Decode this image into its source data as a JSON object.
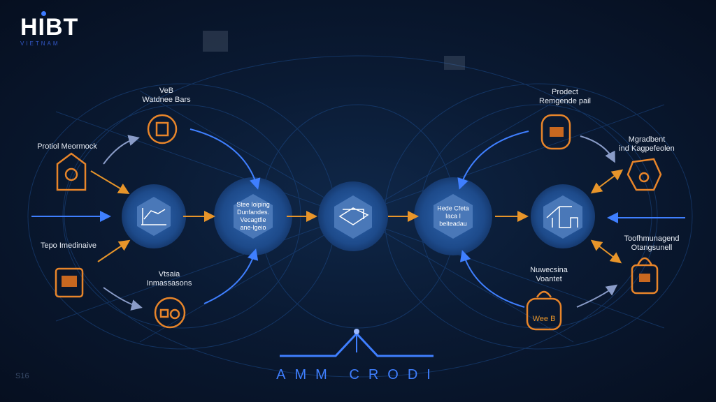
{
  "logo": {
    "main": "HIBT",
    "subtitle": "VIETNAM"
  },
  "bottom_title": "AMM CRODI",
  "corner_text": "S16",
  "hubs": [
    {
      "id": "hub-1",
      "icon": "chart-icon",
      "text": ""
    },
    {
      "id": "hub-2",
      "icon": "",
      "text_lines": [
        "Stee Ioiping",
        "Dunfandes.",
        "Vecagtfie",
        "ane-lgeio"
      ]
    },
    {
      "id": "hub-3",
      "icon": "platform-icon",
      "text": ""
    },
    {
      "id": "hub-4",
      "icon": "",
      "text_lines": [
        "Hede Cfeta",
        "Iaca I",
        "beiteadau"
      ]
    },
    {
      "id": "hub-5",
      "icon": "building-icon",
      "text": ""
    }
  ],
  "nodes": [
    {
      "label_lines": [
        "VeB",
        "Watdnee Bars"
      ],
      "icon": "wallet-icon"
    },
    {
      "label_lines": [
        "Protiol Meormock"
      ],
      "icon": "house-icon"
    },
    {
      "label_lines": [
        "Tepo Imedinaive"
      ],
      "icon": "terminal-icon"
    },
    {
      "label_lines": [
        "Vtsaia",
        "Inmassasons"
      ],
      "icon": "gear-icon"
    },
    {
      "label_lines": [
        "Prodect",
        "Remgende pail"
      ],
      "icon": "device-icon"
    },
    {
      "label_lines": [
        "Mgradbent",
        "ind Kagpefeolen"
      ],
      "icon": "shield-icon"
    },
    {
      "label_lines": [
        "Toofhmunagend",
        "Otangsunell"
      ],
      "icon": "lock-icon"
    },
    {
      "label_lines": [
        "Nuwecsina",
        "Voantet"
      ],
      "icon": "bag-icon",
      "badge": "Wee B"
    }
  ],
  "colors": {
    "orange": "#e8852a",
    "blue": "#3f7fff",
    "hub": "#2a5a9e",
    "background": "#0a1a33"
  }
}
